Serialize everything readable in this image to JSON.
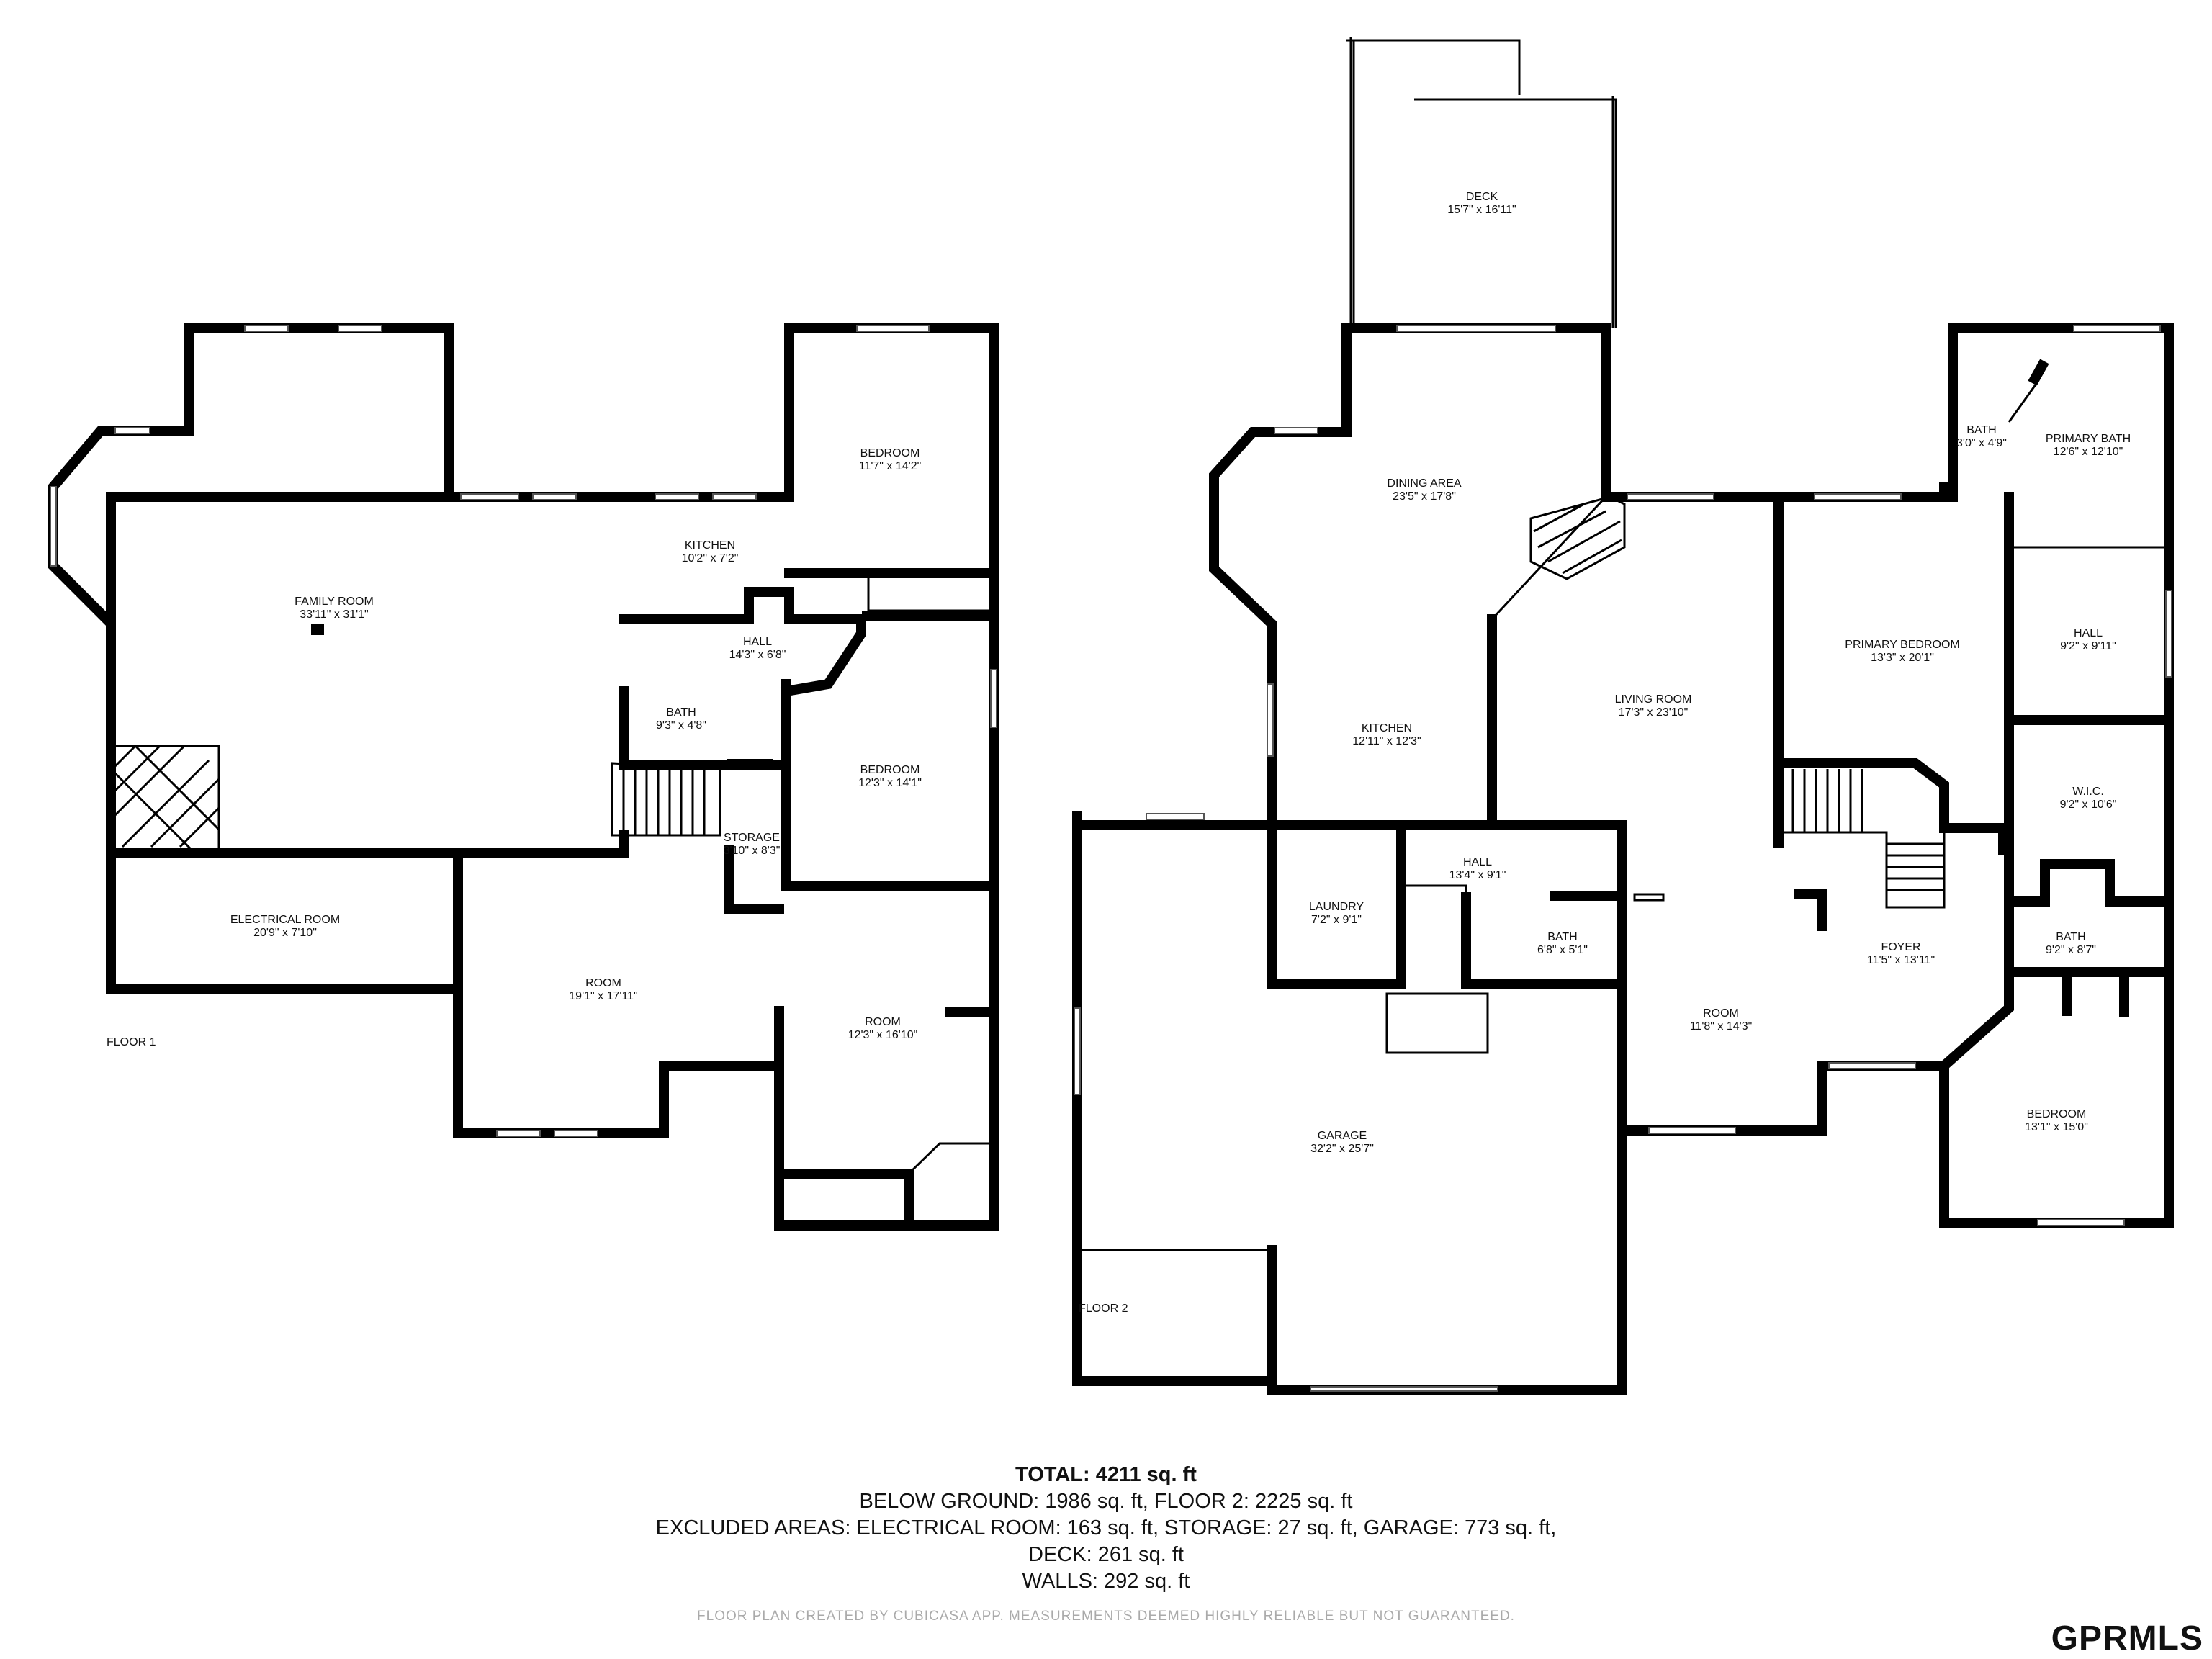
{
  "floors": [
    {
      "label": "FLOOR 1",
      "rooms": [
        {
          "name": "FAMILY ROOM",
          "dims": "33'11\" x 31'1\""
        },
        {
          "name": "KITCHEN",
          "dims": "10'2\" x 7'2\""
        },
        {
          "name": "BEDROOM",
          "dims": "11'7\" x 14'2\""
        },
        {
          "name": "HALL",
          "dims": "14'3\" x 6'8\""
        },
        {
          "name": "BATH",
          "dims": "9'3\" x 4'8\""
        },
        {
          "name": "BEDROOM",
          "dims": "12'3\" x 14'1\""
        },
        {
          "name": "STORAGE",
          "dims": "3'10\" x 8'3\""
        },
        {
          "name": "ELECTRICAL ROOM",
          "dims": "20'9\" x 7'10\""
        },
        {
          "name": "ROOM",
          "dims": "19'1\" x 17'11\""
        },
        {
          "name": "ROOM",
          "dims": "12'3\" x 16'10\""
        }
      ]
    },
    {
      "label": "FLOOR 2",
      "rooms": [
        {
          "name": "DECK",
          "dims": "15'7\" x 16'11\""
        },
        {
          "name": "DINING AREA",
          "dims": "23'5\" x 17'8\""
        },
        {
          "name": "KITCHEN",
          "dims": "12'11\" x 12'3\""
        },
        {
          "name": "LIVING ROOM",
          "dims": "17'3\" x 23'10\""
        },
        {
          "name": "BATH",
          "dims": "3'0\" x 4'9\""
        },
        {
          "name": "PRIMARY BATH",
          "dims": "12'6\" x 12'10\""
        },
        {
          "name": "PRIMARY BEDROOM",
          "dims": "13'3\" x 20'1\""
        },
        {
          "name": "HALL",
          "dims": "9'2\" x 9'11\""
        },
        {
          "name": "W.I.C.",
          "dims": "9'2\" x 10'6\""
        },
        {
          "name": "LAUNDRY",
          "dims": "7'2\" x 9'1\""
        },
        {
          "name": "HALL",
          "dims": "13'4\" x 9'1\""
        },
        {
          "name": "BATH",
          "dims": "6'8\" x 5'1\""
        },
        {
          "name": "FOYER",
          "dims": "11'5\" x 13'11\""
        },
        {
          "name": "BATH",
          "dims": "9'2\" x 8'7\""
        },
        {
          "name": "ROOM",
          "dims": "11'8\" x 14'3\""
        },
        {
          "name": "BEDROOM",
          "dims": "13'1\" x 15'0\""
        },
        {
          "name": "GARAGE",
          "dims": "32'2\" x 25'7\""
        }
      ]
    }
  ],
  "summary": {
    "total": "TOTAL: 4211 sq. ft",
    "line1": "BELOW GROUND: 1986 sq. ft, FLOOR 2: 2225 sq. ft",
    "line2": "EXCLUDED AREAS: ELECTRICAL ROOM: 163 sq. ft, STORAGE: 27 sq. ft, GARAGE: 773 sq. ft,",
    "line3": "DECK: 261 sq. ft",
    "line4": "WALLS: 292 sq. ft"
  },
  "credit": "FLOOR PLAN CREATED BY CUBICASA APP. MEASUREMENTS DEEMED HIGHLY RELIABLE BUT NOT GUARANTEED.",
  "logo": "GPRMLS",
  "colors": {
    "walls": "#000000",
    "text": "#111111",
    "credit": "#aaaaaa",
    "background": "#ffffff"
  }
}
